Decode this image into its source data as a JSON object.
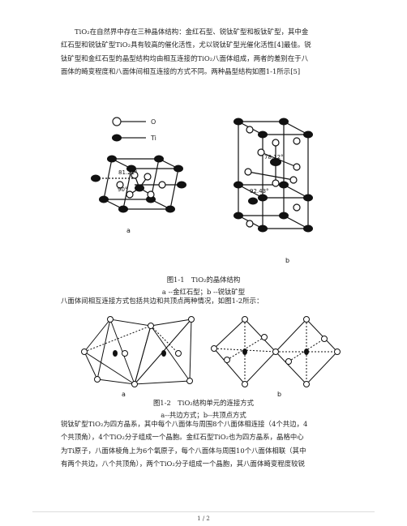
{
  "paragraph1": {
    "lines": [
      "TiO₂在自然界中存在三种晶体结构：金红石型、锐钛矿型和板钛矿型，其中金",
      "红石型和锐钛矿型TiO₂具有较高的催化活性，尤以锐钛矿型光催化活性[4]最佳。锐",
      "钛矿型和金红石型的晶型结构均由相互连接的TiO₂八面体组成，两者的差别在于八",
      "面体的畸变程度和八面体间相互连接的方式不同。两种晶型结构如图1-1所示[5]"
    ]
  },
  "figure1": {
    "legend_o": "O",
    "legend_ti": "Ti",
    "angle_a1": "81.21°",
    "angle_a2": "90°",
    "angle_b1": "78.12°",
    "angle_b2": "92.43°",
    "label_a": "a",
    "label_b": "b",
    "caption_title": "图1-1　TiO₂的晶体结构",
    "caption_sub": "a --金红石型；b --锐钛矿型"
  },
  "paragraph2": {
    "lines": [
      "八面体间相互连接方式包括共边和共顶点两种情况，如图1-2所示："
    ]
  },
  "figure2": {
    "label_a": "a",
    "label_b": "b",
    "caption_title": "图1-2　TiO₂结构单元的连接方式",
    "caption_sub": "a--共边方式；b--共顶点方式"
  },
  "paragraph3": {
    "lines": [
      "锐钛矿型TiO₂为四方晶系，其中每个八面体与周围8个八面体相连接（4个共边，4",
      "个共顶角），4个TiO₂分子组成一个晶胞。金红石型TiO₂也为四方晶系，晶格中心",
      "为Ti原子，八面体棱角上为6个氧原子，每个八面体与周围10个八面体相联（其中",
      "有两个共边，八个共顶角），两个TiO₂分子组成一个晶胞，其八面体畸变程度较锐"
    ]
  },
  "footer": {
    "page_number": "1 / 2"
  }
}
